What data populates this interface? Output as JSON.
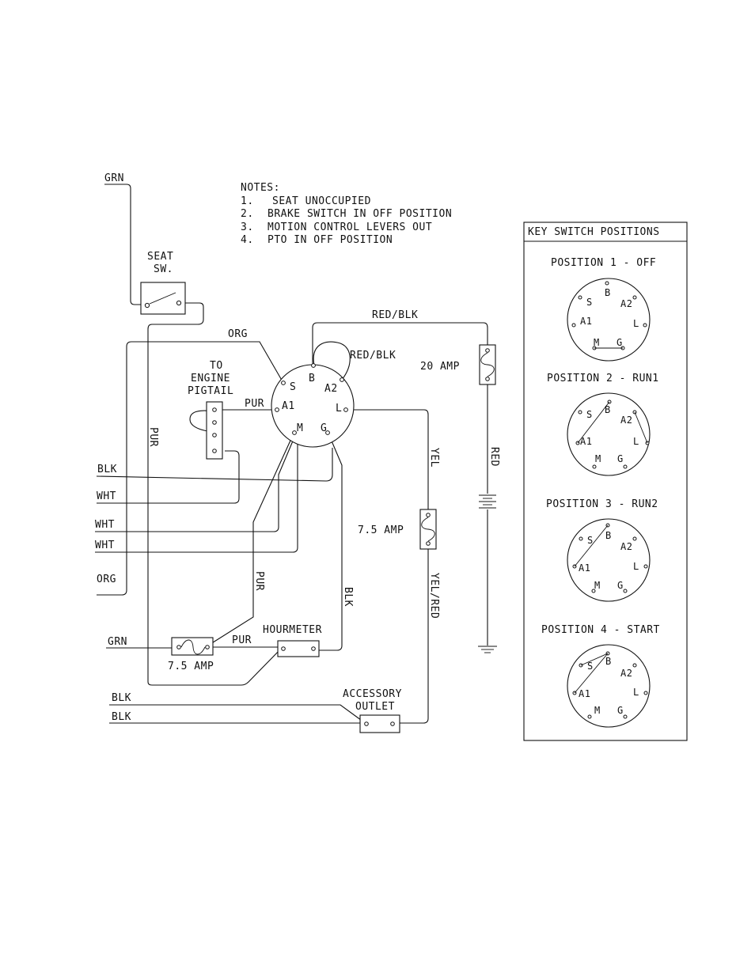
{
  "notes": {
    "title": "NOTES:",
    "items": [
      {
        "num": "1.",
        "text": "SEAT UNOCCUPIED"
      },
      {
        "num": "2.",
        "text": "BRAKE SWITCH IN OFF POSITION"
      },
      {
        "num": "3.",
        "text": "MOTION CONTROL LEVERS OUT"
      },
      {
        "num": "4.",
        "text": "PTO IN OFF POSITION"
      }
    ]
  },
  "seat_switch": {
    "line1": "SEAT",
    "line2": "SW."
  },
  "engine_pigtail": {
    "line1": "TO",
    "line2": "ENGINE",
    "line3": "PIGTAIL"
  },
  "key_switch": {
    "terminals": {
      "S": "S",
      "B": "B",
      "A1": "A1",
      "A2": "A2",
      "L": "L",
      "M": "M",
      "G": "G"
    }
  },
  "fuses": {
    "main": "20 AMP",
    "accessory": "7.5 AMP",
    "hourmeter": "7.5 AMP"
  },
  "components": {
    "hourmeter": "HOURMETER",
    "accessory_outlet": {
      "line1": "ACCESSORY",
      "line2": "OUTLET"
    }
  },
  "wires": {
    "grn_top": "GRN",
    "org_top": "ORG",
    "red_blk_top": "RED/BLK",
    "red_blk_loop": "RED/BLK",
    "pur_vertical": "PUR",
    "pur_a1": "PUR",
    "blk_1": "BLK",
    "wht_1": "WHT",
    "wht_2": "WHT",
    "wht_3": "WHT",
    "org_bottom": "ORG",
    "yel": "YEL",
    "red": "RED",
    "pur_m": "PUR",
    "blk_g": "BLK",
    "yel_red": "YEL/RED",
    "grn_bottom": "GRN",
    "pur_hourmeter": "PUR",
    "blk_2": "BLK",
    "blk_3": "BLK"
  },
  "key_switch_positions": {
    "title": "KEY SWITCH POSITIONS",
    "positions": [
      {
        "label": "POSITION 1 - OFF"
      },
      {
        "label": "POSITION 2 - RUN1"
      },
      {
        "label": "POSITION 3 - RUN2"
      },
      {
        "label": "POSITION 4 - START"
      }
    ]
  }
}
